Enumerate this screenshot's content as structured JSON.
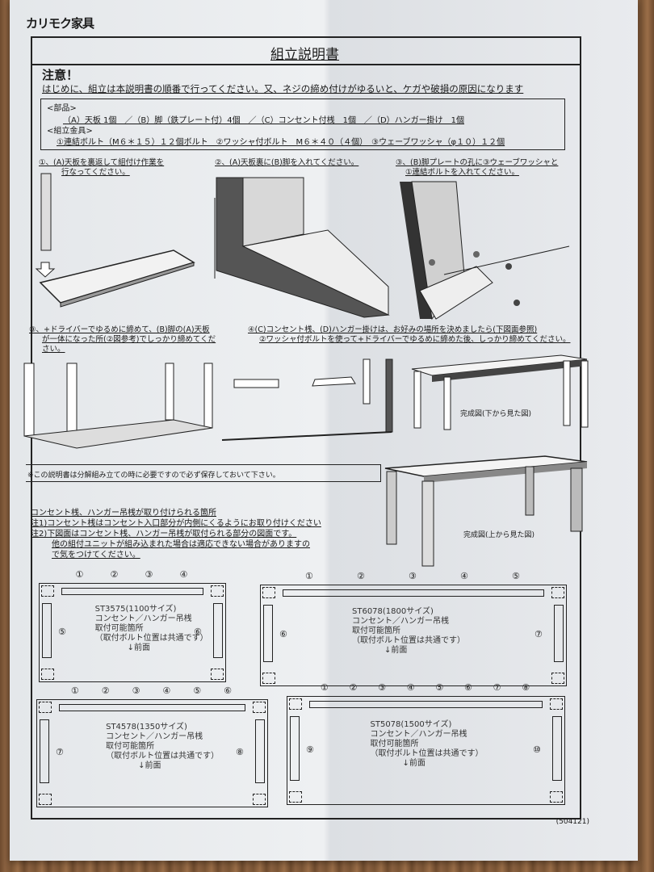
{
  "brand": "カリモク家具",
  "title": "組立説明書",
  "caution": {
    "heading": "注意！",
    "text": "はじめに、組立は本説明書の順番で行ってください。又、ネジの締め付けがゆるいと、ケガや破損の原因になります"
  },
  "parts": {
    "parts_heading": "<部品>",
    "parts_line": "（A）天板 1個　／（B）脚（鉄プレート付）4個　／（C）コンセント付桟　1個　／（D）ハンガー掛け　1個",
    "hardware_heading": "<組立金具>",
    "hardware_line": "①連結ボルト（M６＊１５）１２個ボルト　②ワッシャ付ボルト　M６＊４０（４個）　③ウェーブワッシャ（φ１０）１２個"
  },
  "steps": [
    {
      "line1": "①、(A)天板を裏返して組付け作業を",
      "line2": "行なってください。"
    },
    {
      "line1": "②、(A)天板裏に(B)脚を入れてください。"
    },
    {
      "line1": "③、(B)脚プレートの孔に③ウェーブワッシャと",
      "line2": "①連結ボルトを入れてください。"
    },
    {
      "line1": "③、+ドライバーでゆるめに締めて、(B)脚の(A)天板",
      "line2": "が一体になった所(②図参考)でしっかり締めてくだ",
      "line3": "さい。"
    },
    {
      "line1": "④(C)コンセント桟、(D)ハンガー掛けは、お好みの場所を決めましたら(下図面参照)",
      "line2": "②ワッシャ付ボルトを使って+ドライバーでゆるめに締めた後、しっかり締めてください。"
    }
  ],
  "figures": {
    "bottom_view": "完成図(下から見た図)",
    "top_view": "完成図(上から見た図)"
  },
  "keep_note": "※この説明書は分解組み立ての時に必要ですので必ず保存しておいて下さい。",
  "mounting": {
    "heading": "コンセント桟、ハンガー吊桟が取り付けられる箇所",
    "note1": "注1)コンセント桟はコンセント入口部分が内側にくるようにお取り付けください",
    "note2": "注2)下図面はコンセント桟、ハンガー吊桟が取付られる部分の図面です。",
    "note2b": "他の組付ユニットが組み込まれた場合は適応できない場合がありますの",
    "note2c": "で気をつけてください。"
  },
  "plans": [
    {
      "model": "ST3575(1100サイズ)",
      "top": [
        "①",
        "②",
        "③",
        "④"
      ],
      "left": "⑤",
      "right": "⑥"
    },
    {
      "model": "ST6078(1800サイズ)",
      "top": [
        "①",
        "②",
        "③",
        "④",
        "⑤"
      ],
      "left": "⑥",
      "right": "⑦"
    },
    {
      "model": "ST4578(1350サイズ)",
      "top": [
        "①",
        "②",
        "③",
        "④",
        "⑤",
        "⑥"
      ],
      "left": "⑦",
      "right": "⑧"
    },
    {
      "model": "ST5078(1500サイズ)",
      "top": [
        "①",
        "②",
        "③",
        "④",
        "⑤",
        "⑥",
        "⑦",
        "⑧"
      ],
      "left": "⑨",
      "right": "⑩"
    }
  ],
  "plan_text": {
    "line1": "コンセント／ハンガー吊桟",
    "line2": "取付可能箇所",
    "line3": "（取付ボルト位置は共通です）",
    "line4": "↓前面"
  },
  "doc_code": "(504121)"
}
